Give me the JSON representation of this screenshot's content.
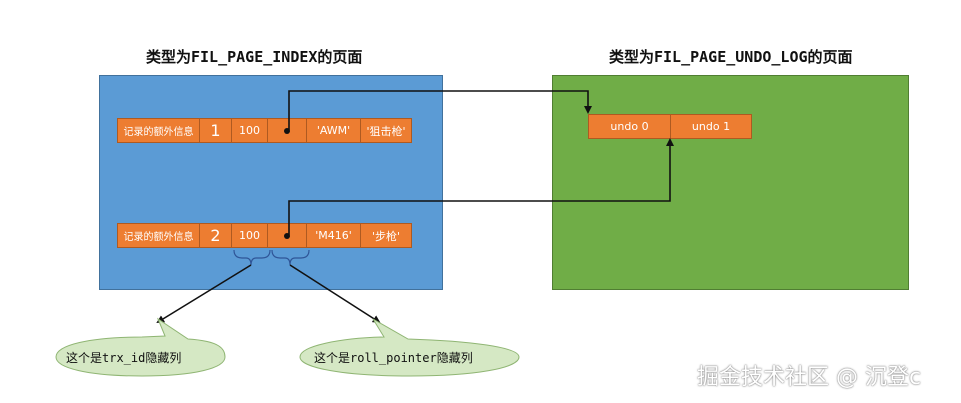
{
  "titles": {
    "index_page": "类型为FIL_PAGE_INDEX的页面",
    "undo_page": "类型为FIL_PAGE_UNDO_LOG的页面"
  },
  "records": [
    {
      "extra": "记录的额外信息",
      "num": "1",
      "id": "100",
      "name": "'AWM'",
      "type": "'狙击枪'"
    },
    {
      "extra": "记录的额外信息",
      "num": "2",
      "id": "100",
      "name": "'M416'",
      "type": "'步枪'"
    }
  ],
  "undo": [
    "undo 0",
    "undo 1"
  ],
  "callouts": {
    "trx_id": "这个是trx_id隐藏列",
    "roll_pointer": "这个是roll_pointer隐藏列"
  },
  "colors": {
    "index_page": "#5b9bd5",
    "undo_page": "#70ad47",
    "cell": "#ed7d31",
    "bubble": "#d5e8c4"
  },
  "watermark": "掘金技术社区 @ 沉登c"
}
